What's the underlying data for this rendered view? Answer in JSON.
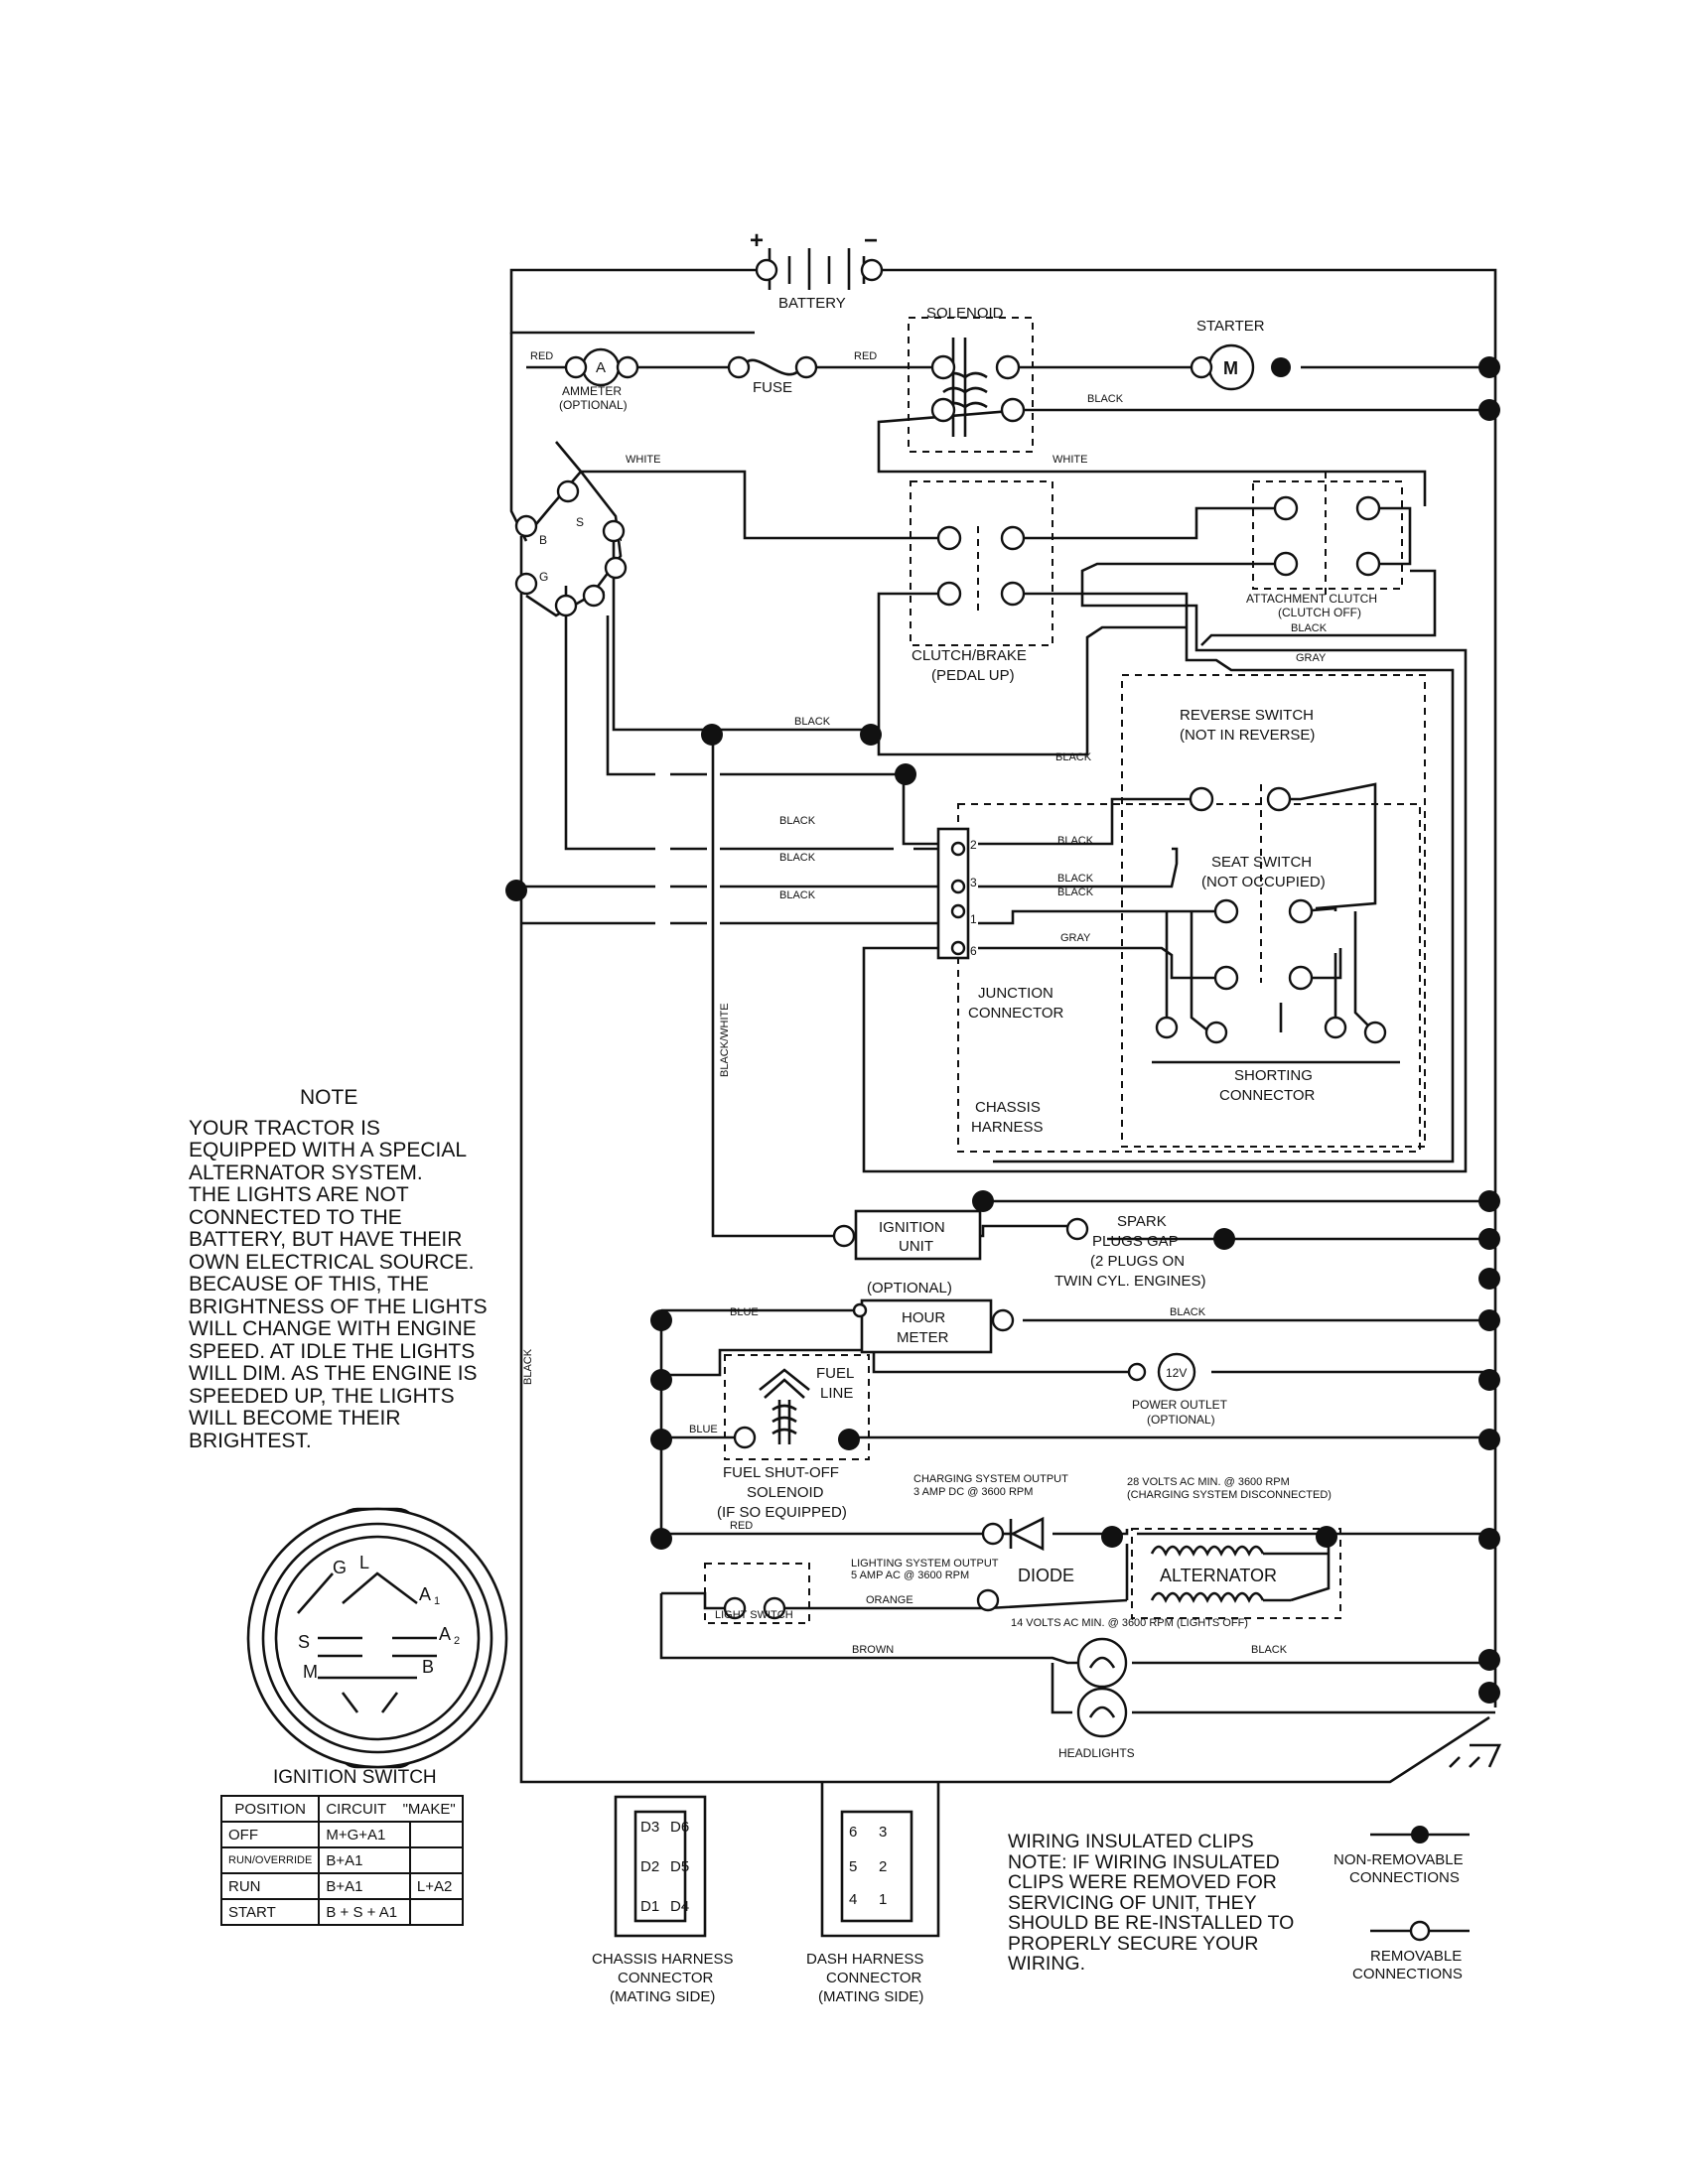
{
  "components": {
    "battery": "BATTERY",
    "battery_plus": "+",
    "battery_minus": "−",
    "solenoid": "SOLENOID",
    "starter": "STARTER",
    "starter_motor": "M",
    "ammeter_symbol": "A",
    "ammeter": "AMMETER",
    "ammeter_optional": "(OPTIONAL)",
    "fuse": "FUSE",
    "clutch_brake": "CLUTCH/BRAKE",
    "clutch_brake_sub": "(PEDAL UP)",
    "attachment_clutch": "ATTACHMENT CLUTCH",
    "attachment_clutch_sub": "(CLUTCH OFF)",
    "reverse_switch": "REVERSE SWITCH",
    "reverse_switch_sub": "(NOT IN REVERSE)",
    "seat_switch": "SEAT SWITCH",
    "seat_switch_sub": "(NOT OCCUPIED)",
    "junction_connector_1": "JUNCTION",
    "junction_connector_2": "CONNECTOR",
    "shorting_connector_1": "SHORTING",
    "shorting_connector_2": "CONNECTOR",
    "chassis_harness_1": "CHASSIS",
    "chassis_harness_2": "HARNESS",
    "ignition_unit_1": "IGNITION",
    "ignition_unit_2": "UNIT",
    "spark_plugs_1": "SPARK",
    "spark_plugs_2": "PLUGS GAP",
    "spark_plugs_3": "(2 PLUGS ON",
    "spark_plugs_4": "TWIN CYL. ENGINES)",
    "hour_meter_optional": "(OPTIONAL)",
    "hour_meter_1": "HOUR",
    "hour_meter_2": "METER",
    "fuel_line_1": "FUEL",
    "fuel_line_2": "LINE",
    "power_outlet_symbol": "12V",
    "power_outlet": "POWER OUTLET",
    "power_outlet_sub": "(OPTIONAL)",
    "fuel_solenoid_1": "FUEL SHUT-OFF",
    "fuel_solenoid_2": "SOLENOID",
    "fuel_solenoid_3": "(IF SO EQUIPPED)",
    "charging_output_1": "CHARGING SYSTEM OUTPUT",
    "charging_output_2": "3 AMP DC @ 3600 RPM",
    "volts28_1": "28 VOLTS AC MIN. @ 3600 RPM",
    "volts28_2": "(CHARGING SYSTEM DISCONNECTED)",
    "lighting_output_1": "LIGHTING SYSTEM OUTPUT",
    "lighting_output_2": "5 AMP AC @ 3600 RPM",
    "diode": "DIODE",
    "alternator": "ALTERNATOR",
    "light_switch": "LIGHT SWITCH",
    "volts14": "14 VOLTS AC MIN. @ 3600 RPM (LIGHTS OFF)",
    "headlights": "HEADLIGHTS"
  },
  "wire_labels": {
    "red": "RED",
    "black": "BLACK",
    "white": "WHITE",
    "gray": "GRAY",
    "blue": "BLUE",
    "orange": "ORANGE",
    "brown": "BROWN",
    "black_white": "BLACK/WHITE"
  },
  "ignition_terminals": {
    "s": "S",
    "b": "B",
    "g": "G",
    "l": "L",
    "m": "M",
    "a1": "A1",
    "a2": "A2"
  },
  "junction_pins": [
    "2",
    "3",
    "1",
    "6"
  ],
  "note": {
    "title": "NOTE",
    "body": "YOUR TRACTOR IS\nEQUIPPED WITH A SPECIAL\nALTERNATOR SYSTEM.\nTHE LIGHTS ARE NOT\nCONNECTED TO THE\nBATTERY, BUT HAVE THEIR\nOWN ELECTRICAL SOURCE.\nBECAUSE OF THIS, THE\nBRIGHTNESS OF THE LIGHTS\nWILL CHANGE WITH ENGINE\nSPEED.  AT IDLE THE LIGHTS\nWILL DIM.  AS THE ENGINE IS\nSPEEDED UP, THE LIGHTS\nWILL BECOME THEIR\nBRIGHTEST."
  },
  "ignition_switch": {
    "title": "IGNITION SWITCH",
    "face_labels": {
      "g": "G",
      "l": "L",
      "a1": "A",
      "a1_sub": "1",
      "a2": "A",
      "a2_sub": "2",
      "s": "S",
      "m": "M",
      "b": "B"
    },
    "headers": [
      "POSITION",
      "CIRCUIT",
      "\"MAKE\""
    ],
    "rows": [
      {
        "position": "OFF",
        "circuit": "M+G+A1",
        "extra": ""
      },
      {
        "position": "RUN/OVERRIDE",
        "circuit": "B+A1",
        "extra": ""
      },
      {
        "position": "RUN",
        "circuit": "B+A1",
        "extra": "L+A2"
      },
      {
        "position": "START",
        "circuit": "B + S + A1",
        "extra": ""
      }
    ]
  },
  "chassis_connector": {
    "pins": [
      "D3",
      "D6",
      "D2",
      "D5",
      "D1",
      "D4"
    ],
    "caption_1": "CHASSIS HARNESS",
    "caption_2": "CONNECTOR",
    "caption_3": "(MATING SIDE)"
  },
  "dash_connector": {
    "pins": [
      "6",
      "3",
      "5",
      "2",
      "4",
      "1"
    ],
    "caption_1": "DASH HARNESS",
    "caption_2": "CONNECTOR",
    "caption_3": "(MATING SIDE)"
  },
  "clips_note": "WIRING INSULATED CLIPS\nNOTE: IF WIRING INSULATED\nCLIPS WERE REMOVED FOR\nSERVICING OF UNIT, THEY\nSHOULD BE RE-INSTALLED TO\nPROPERLY SECURE YOUR\nWIRING.",
  "legend": {
    "non_removable_1": "NON-REMOVABLE",
    "non_removable_2": "CONNECTIONS",
    "removable_1": "REMOVABLE",
    "removable_2": "CONNECTIONS"
  }
}
